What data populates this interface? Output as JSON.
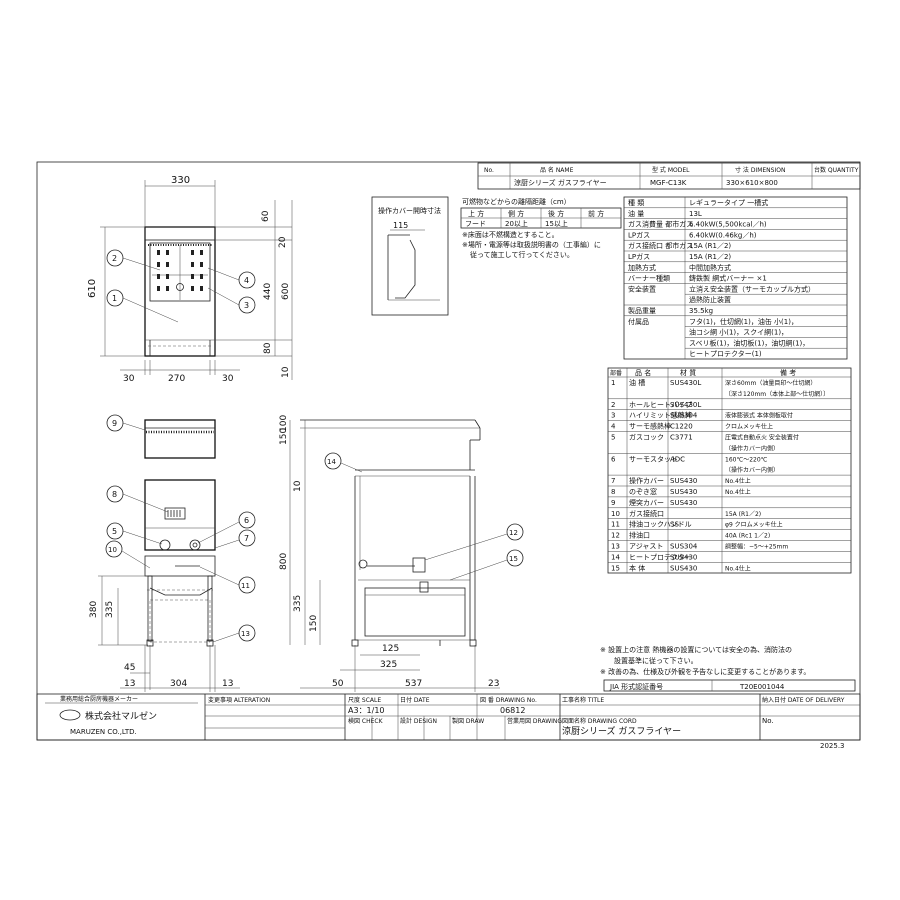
{
  "header": {
    "col_no": "No.",
    "col_name": "品 名 NAME",
    "col_model": "型 式 MODEL",
    "col_dimension": "寸 法 DIMENSION",
    "col_quantity": "台数 QUANTITY",
    "name": "涼厨シリーズ ガスフライヤー",
    "model": "MGF-C13K",
    "dimension": "330×610×800"
  },
  "clearance": {
    "title": "可燃物などからの離隔距離（cm）",
    "headers": [
      "上 方",
      "側 方",
      "後 方",
      "前 方"
    ],
    "row_label": "フード",
    "values": [
      "20以上",
      "15以上",
      "",
      ""
    ],
    "note1": "※床面は不燃構造とすること。",
    "note2": "※場所・電源等は取扱説明書の（工事編）に",
    "note3": "従って施工して行ってください。"
  },
  "cover_box": {
    "title": "操作カバー開時寸法",
    "dim": "115"
  },
  "specs": [
    {
      "label": "種 類",
      "value": "レギュラータイプ 一槽式"
    },
    {
      "label": "油 量",
      "value": "13L"
    },
    {
      "label": "ガス消費量 都市ガス",
      "value": "6.40kW(5,500kcal／h)"
    },
    {
      "label": "LPガス",
      "value": "6.40kW(0.46kg／h)"
    },
    {
      "label": "ガス接続口 都市ガス",
      "value": "15A (R1／2)"
    },
    {
      "label": "LPガス",
      "value": "15A (R1／2)"
    },
    {
      "label": "加熱方式",
      "value": "中間加熱方式"
    },
    {
      "label": "バーナー種類",
      "value": "鋳鉄製 網式バーナー ×1"
    },
    {
      "label": "安全装置",
      "value": "立消え安全装置（サーモカップル方式）"
    },
    {
      "label": "",
      "value": "過熱防止装置"
    },
    {
      "label": "製品重量",
      "value": "35.5kg"
    },
    {
      "label": "付属品",
      "value": "フタ(1)，仕切網(1)，油缶 小(1)，"
    },
    {
      "label": "",
      "value": "油コシ網 小(1)，スクイ網(1)，"
    },
    {
      "label": "",
      "value": "スベリ板(1)，油切板(1)，油切網(1)，"
    },
    {
      "label": "",
      "value": "ヒートプロテクター(1)"
    }
  ],
  "parts": {
    "headers": [
      "部番",
      "品 名",
      "材 質",
      "備 考"
    ],
    "rows": [
      {
        "no": "1",
        "name": "油 槽",
        "mat": "SUS430L",
        "note": "深さ60mm（油量目印〜仕切網）"
      },
      {
        "no": "",
        "name": "",
        "mat": "",
        "note": "〔深さ120mm（本体上部〜仕切網）〕"
      },
      {
        "no": "2",
        "name": "ホールヒートパイプ",
        "mat": "SUS430L",
        "note": ""
      },
      {
        "no": "3",
        "name": "ハイリミット感熱棒",
        "mat": "SUS304",
        "note": "液体膨張式 本体側板取付"
      },
      {
        "no": "4",
        "name": "サーモ感熱棒",
        "mat": "C1220",
        "note": "クロムメッキ仕上"
      },
      {
        "no": "5",
        "name": "ガスコック",
        "mat": "C3771",
        "note": "圧電式自動点火 安全装置付"
      },
      {
        "no": "",
        "name": "",
        "mat": "",
        "note": "（操作カバー内側）"
      },
      {
        "no": "6",
        "name": "サーモスタット",
        "mat": "ADC",
        "note": "160℃〜220℃"
      },
      {
        "no": "",
        "name": "",
        "mat": "",
        "note": "（操作カバー内側）"
      },
      {
        "no": "7",
        "name": "操作カバー",
        "mat": "SUS430",
        "note": "No.4仕上"
      },
      {
        "no": "8",
        "name": "のぞき窓",
        "mat": "SUS430",
        "note": "No.4仕上"
      },
      {
        "no": "9",
        "name": "煙突カバー",
        "mat": "SUS430",
        "note": ""
      },
      {
        "no": "10",
        "name": "ガス接続口",
        "mat": "",
        "note": "15A (R1／2)"
      },
      {
        "no": "11",
        "name": "排油コックハンドル",
        "mat": "SS",
        "note": "φ9 クロムメッキ仕上"
      },
      {
        "no": "12",
        "name": "排油口",
        "mat": "",
        "note": "40A (Rc1 1／2)"
      },
      {
        "no": "13",
        "name": "アジャスト",
        "mat": "SUS304",
        "note": "調整幅：−5〜+25mm"
      },
      {
        "no": "14",
        "name": "ヒートプロテクター",
        "mat": "SUS430",
        "note": ""
      },
      {
        "no": "15",
        "name": "本 体",
        "mat": "SUS430",
        "note": "No.4仕上"
      }
    ]
  },
  "notes": {
    "n1": "※ 設置上の注意 熱機器の設置については安全の為、消防法の",
    "n2": "設置基準に従って下さい。",
    "n3": "※ 改善の為、仕様及び外観を予告なしに変更することがあります。"
  },
  "jia": {
    "label": "JIA 形式認証番号",
    "value": "T20E001044"
  },
  "titleblock": {
    "org": "業務用総合厨房機器メーカー",
    "company": "株式会社マルゼン",
    "company_en": "MARUZEN CO.,LTD.",
    "alteration": "変更事項 ALTERATION",
    "date": "日付 DATE",
    "scale_label": "尺度 SCALE",
    "scale": "A3：1/10",
    "drawing_no_label": "図 番 DRAWING No.",
    "drawing_no": "06812",
    "check": "検図 CHECK",
    "design": "設計 DESIGN",
    "draw": "製図 DRAW",
    "sales": "営業用図 DRAWING",
    "drawing_code": "図面名称 DRAWING CORD",
    "title_label": "工事名称 TITLE",
    "title_value": "涼厨シリーズ ガスフライヤー",
    "delivery": "納入日付 DATE OF DELIVERY",
    "no": "No.",
    "year": "2025.3"
  },
  "dims": {
    "w330": "330",
    "h610": "610",
    "d60": "60",
    "d20": "20",
    "d440": "440",
    "d600": "600",
    "d80": "80",
    "d10": "10",
    "b30a": "30",
    "b270": "270",
    "b30b": "30",
    "s150": "150",
    "s100": "100",
    "s10": "10",
    "s800": "800",
    "s335": "335",
    "s150b": "150",
    "s125": "125",
    "s325": "325",
    "s50": "50",
    "s537": "537",
    "s23": "23",
    "f380": "380",
    "f335": "335",
    "f45": "45",
    "f13a": "13",
    "f304": "304",
    "f13b": "13"
  },
  "callouts": [
    "1",
    "2",
    "3",
    "4",
    "5",
    "6",
    "7",
    "8",
    "9",
    "10",
    "11",
    "12",
    "13",
    "14",
    "15"
  ]
}
